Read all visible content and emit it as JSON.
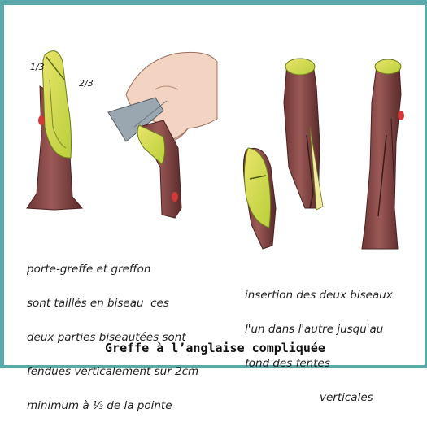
{
  "labels": {
    "one_third": "1/3",
    "two_thirds": "2/3",
    "left_text": [
      "porte-greffe et greffon",
      "sont taillés en biseau  ces",
      "deux parties biseautées sont",
      "fendues verticalement sur 2cm",
      "minimum à ⅓ de la pointe"
    ],
    "right_text": [
      "insertion des deux biseaux",
      "l'un dans l'autre jusqu'au",
      "fond des fentes",
      "verticales"
    ]
  },
  "caption": "Greffe à l’anglaise compliquée",
  "colors": {
    "frame": "#5aa9aa",
    "bark": "#8b4a48",
    "bark_dark": "#5e2e2c",
    "cut_green": "#c9d84a",
    "cut_yellow": "#e6e066",
    "bud": "#d23a3a",
    "skin": "#f3d3c2",
    "blade": "#9aa6b0"
  }
}
